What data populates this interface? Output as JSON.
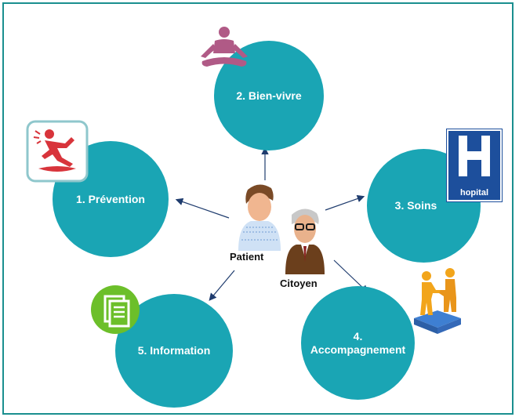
{
  "nodes": {
    "bien_vivre": "2. Bien-vivre",
    "prevention": "1. Prévention",
    "soins": "3. Soins",
    "information": "5. Information",
    "accompagnement_num": "4.",
    "accompagnement_label": "Accompagnement"
  },
  "center": {
    "patient_label": "Patient",
    "citoyen_label": "Citoyen"
  },
  "icons": {
    "bien_vivre": "meditation-icon",
    "prevention": "fall-warning-icon",
    "soins": "hospital-sign-icon",
    "soins_text": "hopital",
    "information": "document-icon",
    "accompagnement": "puzzle-people-icon"
  },
  "colors": {
    "circle": "#1aa5b4",
    "frame": "#1a8f8f",
    "arrow": "#1f3c6e",
    "meditation": "#b05a86",
    "hospital": "#1d4f9c",
    "document": "#6cbf2a"
  }
}
